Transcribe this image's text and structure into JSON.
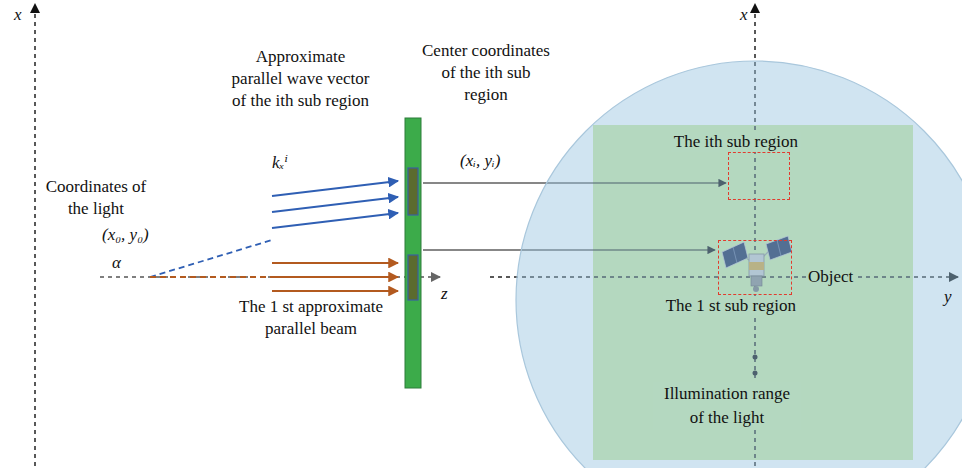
{
  "diagram": {
    "nodes": [
      {
        "text": [
          "Illumination range of the light"
        ]
      },
      {
        "text": [
          "The ith sub region"
        ],
        "in": 0
      },
      {
        "text": [
          "The 1 st sub region"
        ],
        "in": 0
      }
    ],
    "labels": [
      "x",
      "Approximate parallel wave vector of the ith sub region",
      "Center coordinates of the ith sub region",
      "x",
      "kₓⁱ",
      "(xᵢ, yᵢ)",
      "Coordinates of the light",
      "(x₀, y₀)",
      "α",
      "z",
      "y",
      "Object",
      "The 1 st approximate parallel beam"
    ]
  }
}
